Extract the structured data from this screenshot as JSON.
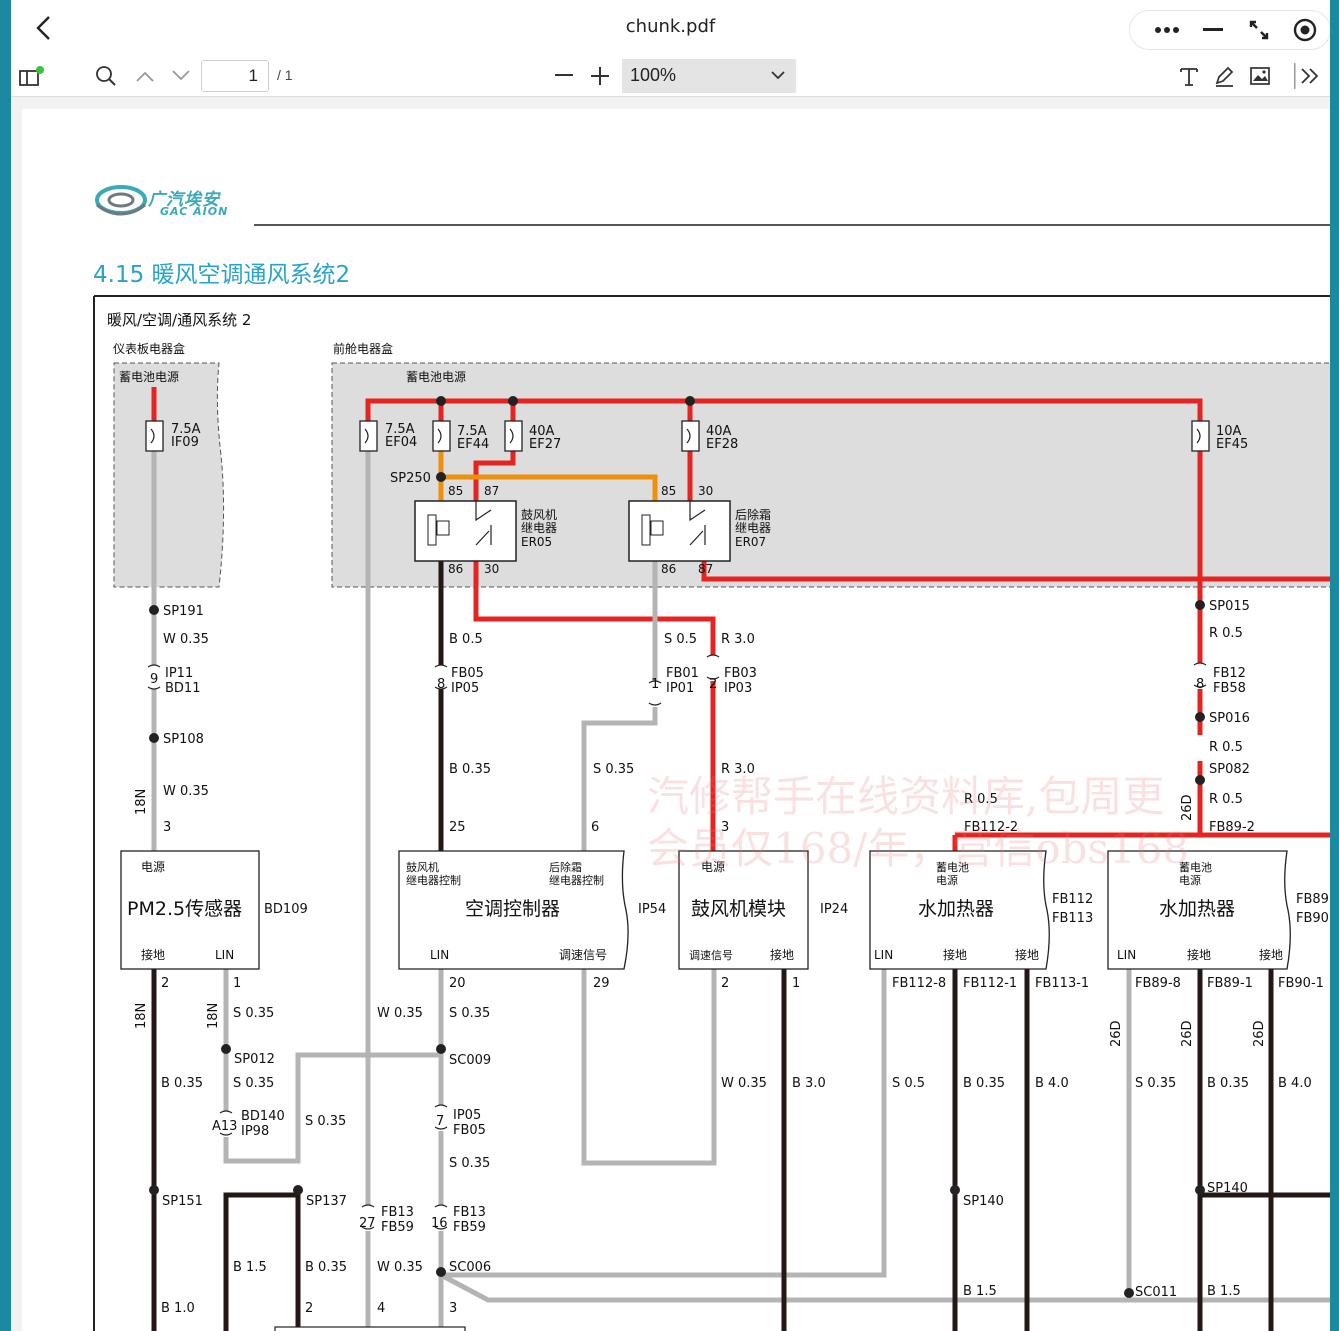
{
  "titlebar": {
    "title": "chunk.pdf"
  },
  "toolbar": {
    "page_value": "1",
    "page_total": "/ 1",
    "zoom": "100%"
  },
  "page": {
    "logo_cn": "广汽埃安",
    "logo_en": "GAC AION",
    "section_title": "4.15 暖风空调通风系统2",
    "diagram": {
      "title": "暖风/空调/通风系统 2",
      "box_left": "仪表板电器盒",
      "box_right": "前舱电器盒",
      "battery": "蓄电池电源",
      "fuses": [
        {
          "rating": "7.5A",
          "id": "IF09"
        },
        {
          "rating": "7.5A",
          "id": "EF04"
        },
        {
          "rating": "7.5A",
          "id": "EF44"
        },
        {
          "rating": "40A",
          "id": "EF27"
        },
        {
          "rating": "40A",
          "id": "EF28"
        },
        {
          "rating": "10A",
          "id": "EF45"
        }
      ],
      "relays": [
        {
          "l1": "鼓风机",
          "l2": "继电器",
          "id": "ER05",
          "p1": "85",
          "p2": "87",
          "p3": "86",
          "p4": "30"
        },
        {
          "l1": "后除霜",
          "l2": "继电器",
          "id": "ER07",
          "p1": "85",
          "p2": "30",
          "p3": "86",
          "p4": "87"
        }
      ],
      "components": {
        "pm25": {
          "name": "PM2.5传感器",
          "top": "电源",
          "b1": "接地",
          "b2": "LIN",
          "id": "BD109"
        },
        "ac": {
          "name": "空调控制器",
          "t1a": "鼓风机",
          "t1b": "继电器控制",
          "t2a": "后除霜",
          "t2b": "继电器控制",
          "b1": "LIN",
          "b2": "调速信号",
          "id": "IP54"
        },
        "blower": {
          "name": "鼓风机模块",
          "top": "电源",
          "b1": "调速信号",
          "b2": "接地",
          "id": "IP24"
        },
        "heater1": {
          "name": "水加热器",
          "ta": "蓄电池",
          "tb": "电源",
          "b1": "LIN",
          "b2": "接地",
          "b3": "接地",
          "id1": "FB112",
          "id2": "FB113"
        },
        "heater2": {
          "name": "水加热器",
          "ta": "蓄电池",
          "tb": "电源",
          "b1": "LIN",
          "b2": "接地",
          "b3": "接地",
          "id1": "FB89",
          "id2": "FB90"
        }
      },
      "labels": {
        "sp250": "SP250",
        "sp191": "SP191",
        "w035a": "W 0.35",
        "ip11": "IP11",
        "bd11": "BD11",
        "n9": "9",
        "sp108": "SP108",
        "w035b": "W 0.35",
        "l18n": "18N",
        "n3a": "3",
        "b05": "B 0.5",
        "fb05": "FB05",
        "ip05": "IP05",
        "n8": "8",
        "b035": "B 0.35",
        "n25": "25",
        "s05": "S 0.5",
        "fb01": "FB01",
        "ip01": "IP01",
        "n1": "1",
        "s035": "S 0.35",
        "n6": "6",
        "r30": "R 3.0",
        "fb03": "FB03",
        "ip03": "IP03",
        "n2": "2",
        "r30b": "R 3.0",
        "n3b": "3",
        "sp015": "SP015",
        "r05a": "R 0.5",
        "fb12": "FB12",
        "fb58": "FB58",
        "n8b": "8",
        "sp016": "SP016",
        "r05b": "R 0.5",
        "sp082": "SP082",
        "r05c": "R 0.5",
        "fb1122": "FB112-2",
        "l26d": "26D",
        "r05d": "R 0.5",
        "fb892": "FB89-2"
      },
      "lower": {
        "n2a": "2",
        "n1a": "1",
        "l18na": "18N",
        "l18nb": "18N",
        "s035a": "S 0.35",
        "sp012": "SP012",
        "b035a": "B 0.35",
        "s035b": "S 0.35",
        "a13": "A13",
        "bd140": "BD140",
        "ip98": "IP98",
        "s035c": "S 0.35",
        "w035": "W 0.35",
        "n20": "20",
        "s035d": "S 0.35",
        "sc009": "SC009",
        "ip05": "IP05",
        "fb05": "FB05",
        "n7": "7",
        "s035e": "S 0.35",
        "n29": "29",
        "n2b": "2",
        "n1b": "1",
        "w035b": "W 0.35",
        "b30": "B 3.0",
        "fb1128": "FB112-8",
        "fb1121": "FB112-1",
        "fb1131": "FB113-1",
        "s05": "S 0.5",
        "b035b": "B 0.35",
        "b40a": "B 4.0",
        "fb898": "FB89-8",
        "fb891": "FB89-1",
        "fb901": "FB90-1",
        "s035f": "S 0.35",
        "b035c": "B 0.35",
        "b40b": "B 4.0",
        "l26da": "26D",
        "l26db": "26D",
        "l26dc": "26D",
        "sp151": "SP151",
        "sp137": "SP137",
        "fb13a": "FB13",
        "fb59a": "FB59",
        "n27": "27",
        "fb13b": "FB13",
        "fb59b": "FB59",
        "n16": "16",
        "b15a": "B 1.5",
        "b035d": "B 0.35",
        "w035c": "W 0.35",
        "sc006": "SC006",
        "b10": "B 1.0",
        "n2c": "2",
        "n4": "4",
        "n3c": "3",
        "sp140a": "SP140",
        "b15b": "B 1.5",
        "sp140b": "SP140",
        "sc011": "SC011",
        "b15c": "B 1.5"
      }
    },
    "watermark_l1": "汽修帮手在线资料库,包周更",
    "watermark_l2": "会员仅168/年，营信obs168"
  },
  "colors": {
    "red": "#e52421",
    "orange": "#f0900a",
    "gray": "#b4b4b4",
    "black": "#231815",
    "accent": "#2aa3c8"
  }
}
